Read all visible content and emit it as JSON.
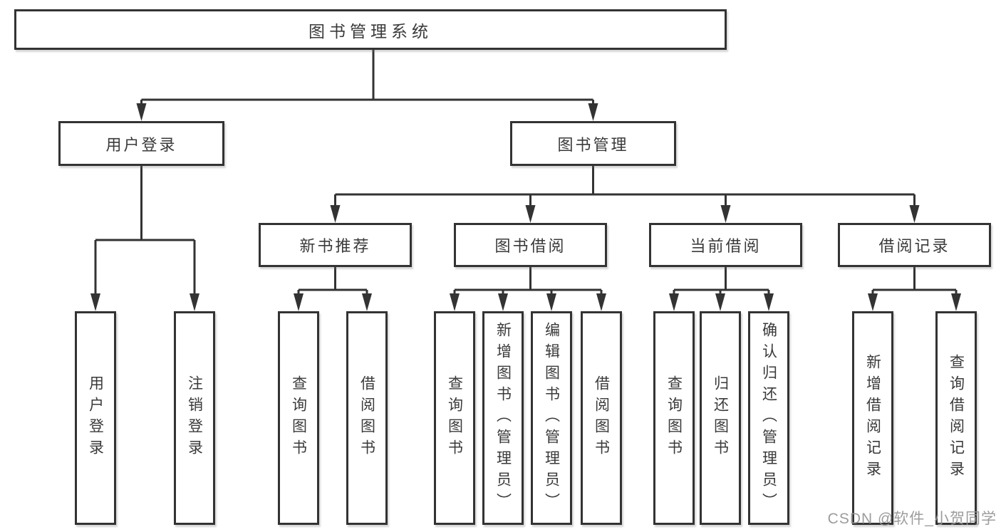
{
  "tree": {
    "root": "图书管理系统",
    "branches": [
      {
        "label": "用户登录",
        "children": [
          "用户登录",
          "注销登录"
        ]
      },
      {
        "label": "图书管理",
        "children": [
          {
            "label": "新书推荐",
            "children": [
              "查询图书",
              "借阅图书"
            ]
          },
          {
            "label": "图书借阅",
            "children": [
              "查询图书",
              "新增图书（管理员）",
              "编辑图书（管理员）",
              "借阅图书"
            ]
          },
          {
            "label": "当前借阅",
            "children": [
              "查询图书",
              "归还图书",
              "确认归还（管理员）"
            ]
          },
          {
            "label": "借阅记录",
            "children": [
              "新增借阅记录",
              "查询借阅记录"
            ]
          }
        ]
      }
    ]
  },
  "watermark": "CSDN @软件_小贺同学",
  "colors": {
    "line": "#333333",
    "text": "#3a3a3a",
    "box_background": "#ffffff",
    "watermark": "#949494",
    "page_background": "#ffffff"
  }
}
